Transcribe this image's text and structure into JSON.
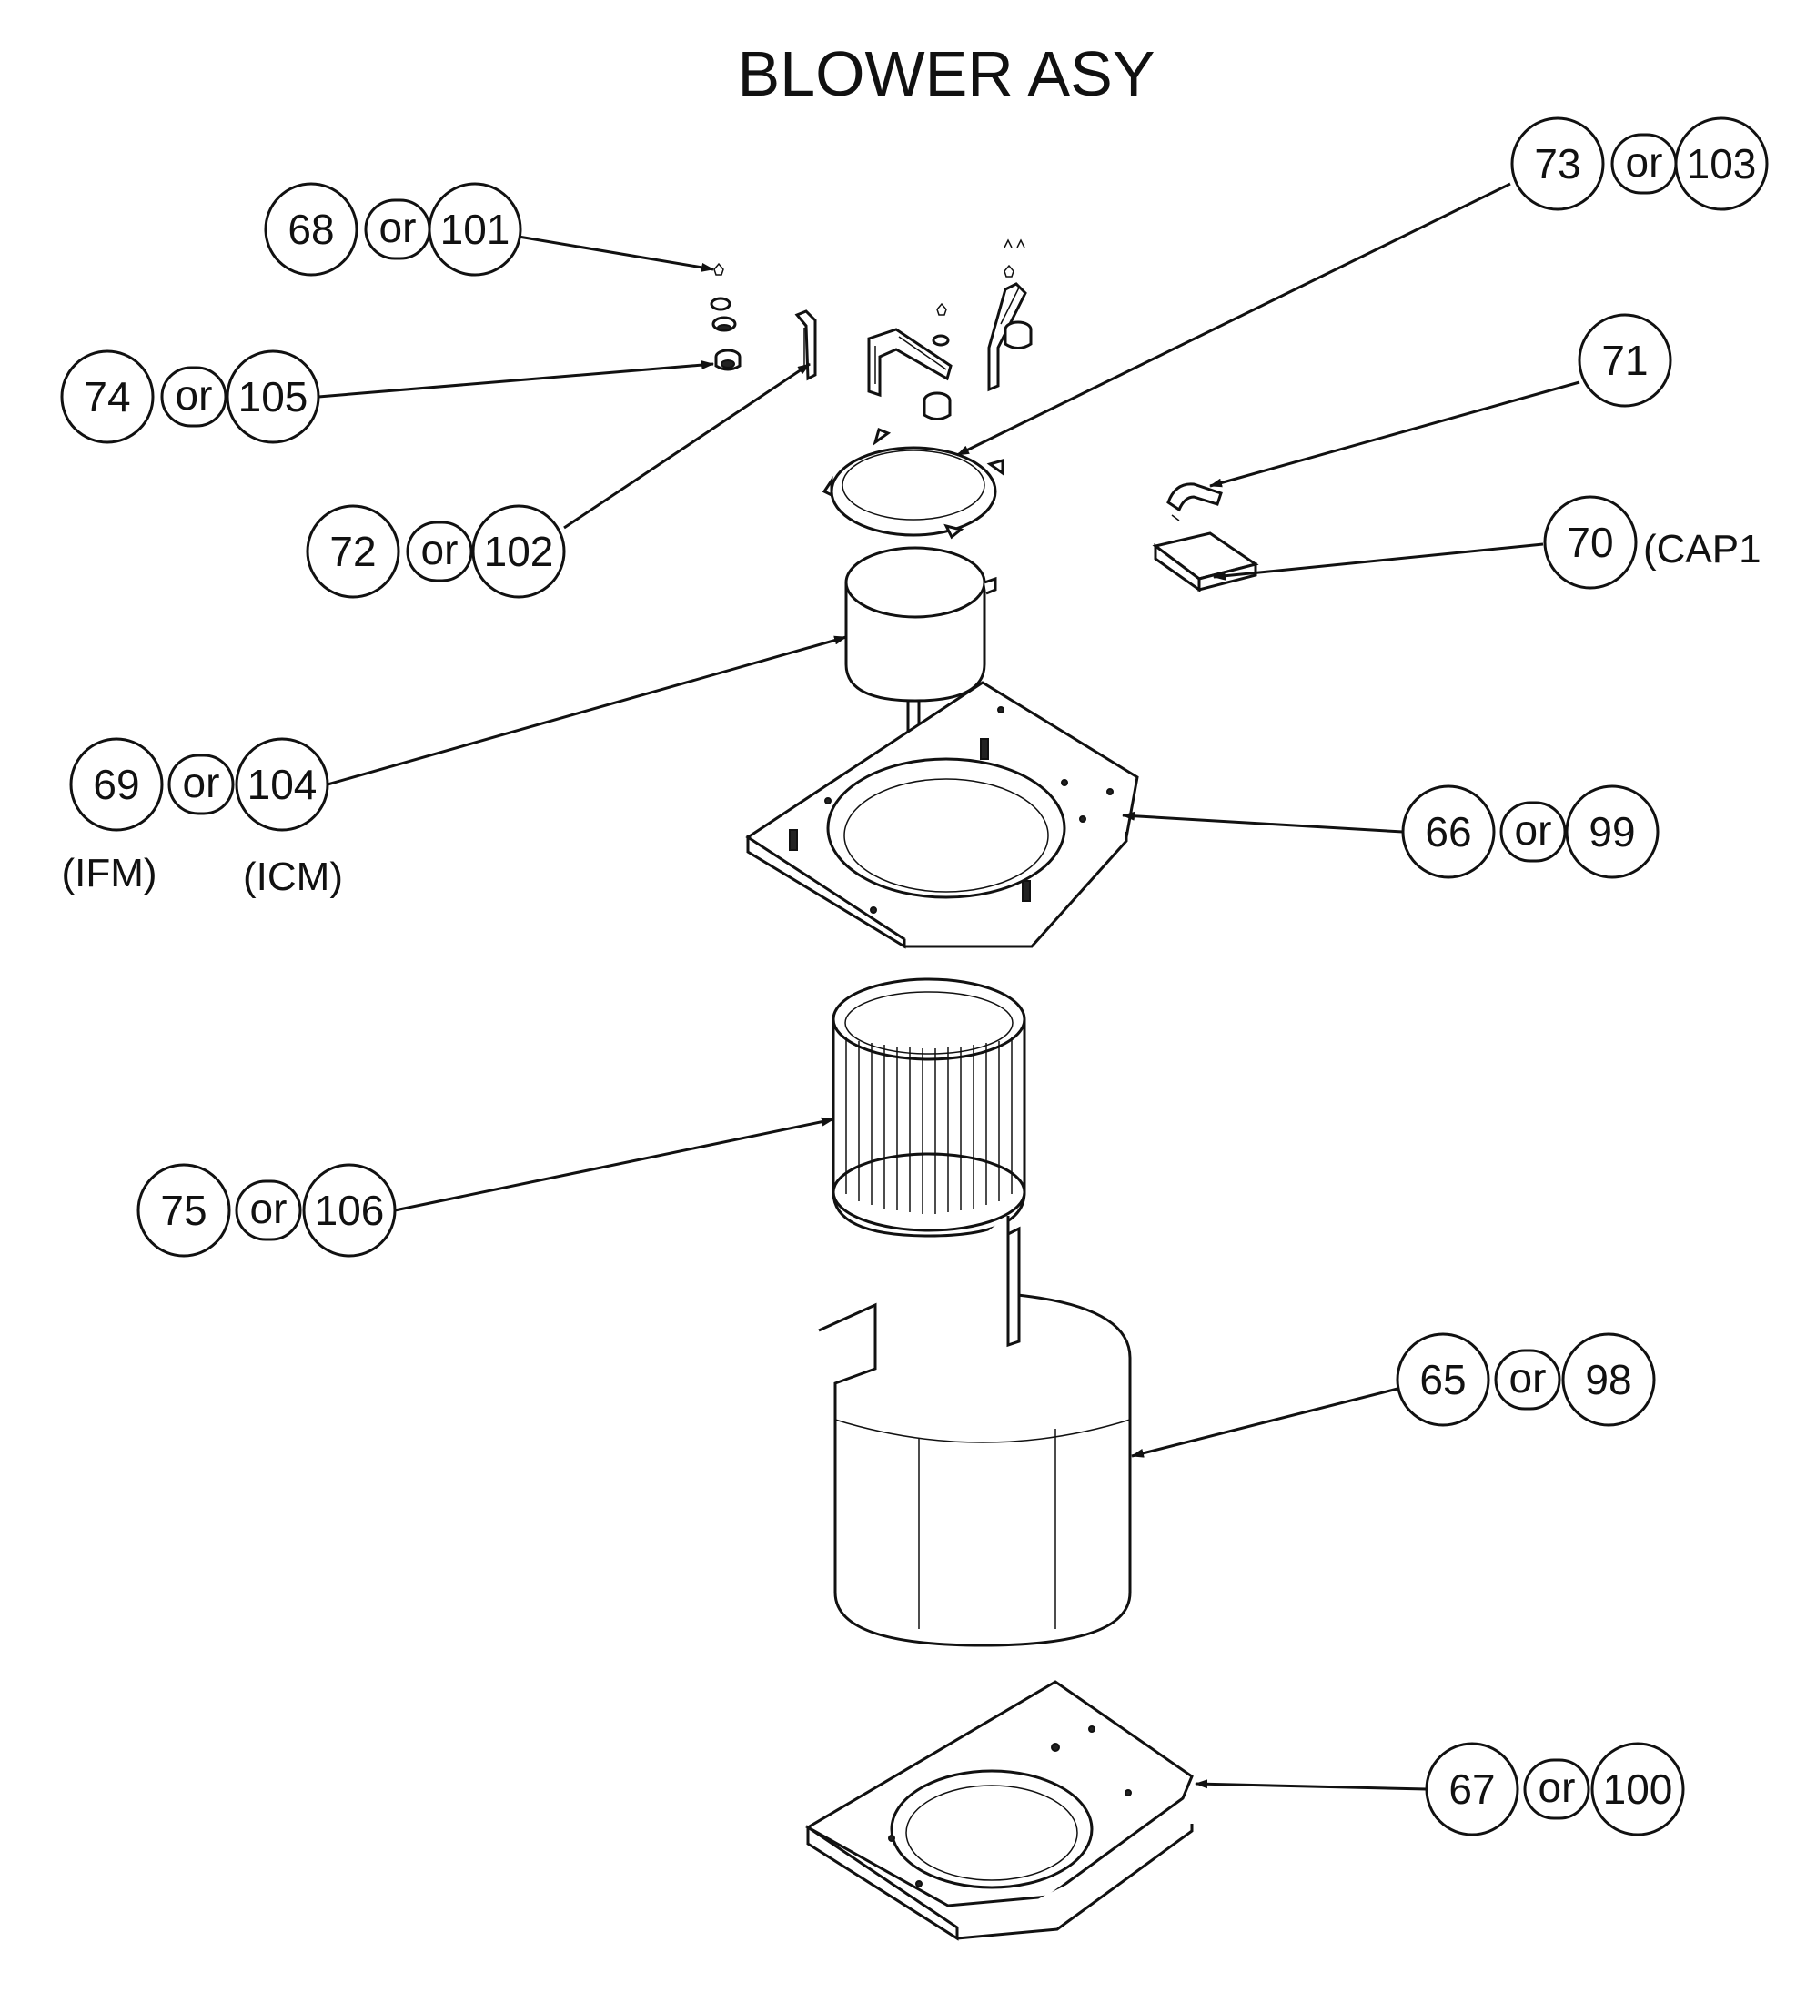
{
  "title": "BLOWER ASY",
  "callouts": {
    "c68": {
      "a": "68",
      "or": "or",
      "b": "101"
    },
    "c73": {
      "a": "73",
      "or": "or",
      "b": "103"
    },
    "c74": {
      "a": "74",
      "or": "or",
      "b": "105"
    },
    "c71": {
      "a": "71"
    },
    "c72": {
      "a": "72",
      "or": "or",
      "b": "102"
    },
    "c70": {
      "a": "70",
      "note": "(CAP1"
    },
    "c69": {
      "a": "69",
      "or": "or",
      "b": "104",
      "note_a": "(IFM)",
      "note_b": "(ICM)"
    },
    "c66": {
      "a": "66",
      "or": "or",
      "b": "99"
    },
    "c75": {
      "a": "75",
      "or": "or",
      "b": "106"
    },
    "c65": {
      "a": "65",
      "or": "or",
      "b": "98"
    },
    "c67": {
      "a": "67",
      "or": "or",
      "b": "100"
    }
  }
}
